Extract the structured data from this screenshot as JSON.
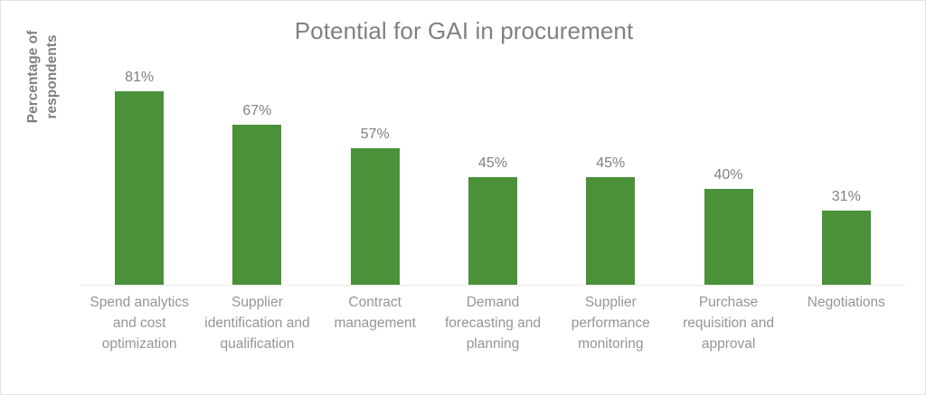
{
  "chart_data": {
    "type": "bar",
    "title": "Potential for GAI in procurement",
    "xlabel": "",
    "ylabel": "Percentage of respondents",
    "ylim": [
      0,
      100
    ],
    "grid": false,
    "legend": null,
    "unit": "%",
    "categories": [
      "Spend analytics and cost optimization",
      "Supplier identification and qualification",
      "Contract management",
      "Demand forecasting and planning",
      "Supplier performance monitoring",
      "Purchase requisition and approval",
      "Negotiations"
    ],
    "values": [
      81,
      67,
      57,
      45,
      45,
      40,
      31
    ],
    "value_labels": [
      "81%",
      "67%",
      "57%",
      "45%",
      "45%",
      "40%",
      "31%"
    ],
    "bar_color": "#4a9139",
    "text_color": "#808080",
    "axis_color": "#e8e8e8"
  },
  "axis_titles": {
    "y_line_1": "Percentage of",
    "y_line_2": "respondents"
  }
}
